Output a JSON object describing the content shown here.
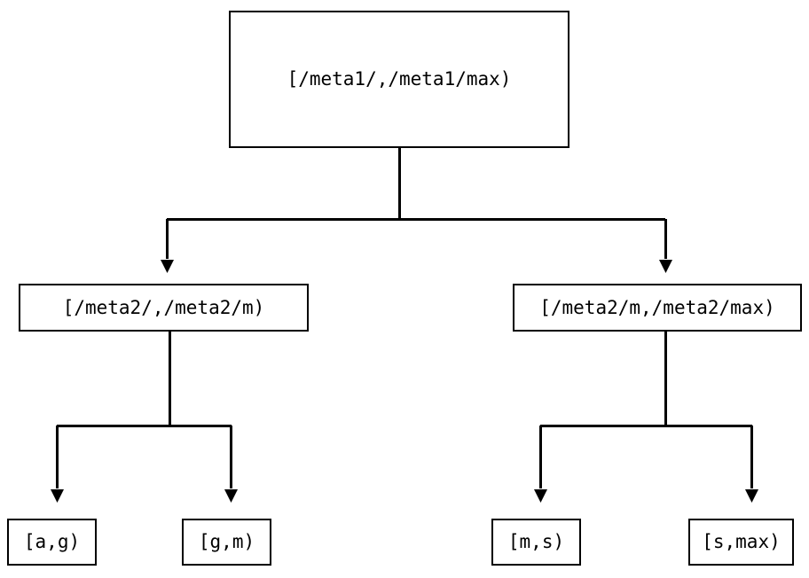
{
  "diagram": {
    "type": "tree",
    "orientation": "top-down",
    "background_color": "#ffffff",
    "line_color": "#000000",
    "text_color": "#000000",
    "nodes": {
      "root": {
        "label": "[/meta1/,/meta1/max)"
      },
      "mid_left": {
        "label": "[/meta2/,/meta2/m)"
      },
      "mid_right": {
        "label": "[/meta2/m,/meta2/max)"
      },
      "leaf_ag": {
        "label": "[a,g)"
      },
      "leaf_gm": {
        "label": "[g,m)"
      },
      "leaf_ms": {
        "label": "[m,s)"
      },
      "leaf_smax": {
        "label": "[s,max)"
      }
    },
    "edges": [
      {
        "from": "root",
        "to": "mid_left",
        "arrow": "triangle-down"
      },
      {
        "from": "root",
        "to": "mid_right",
        "arrow": "triangle-down"
      },
      {
        "from": "mid_left",
        "to": "leaf_ag",
        "arrow": "triangle-down"
      },
      {
        "from": "mid_left",
        "to": "leaf_gm",
        "arrow": "triangle-down"
      },
      {
        "from": "mid_right",
        "to": "leaf_ms",
        "arrow": "triangle-down"
      },
      {
        "from": "mid_right",
        "to": "leaf_smax",
        "arrow": "triangle-down"
      }
    ]
  }
}
